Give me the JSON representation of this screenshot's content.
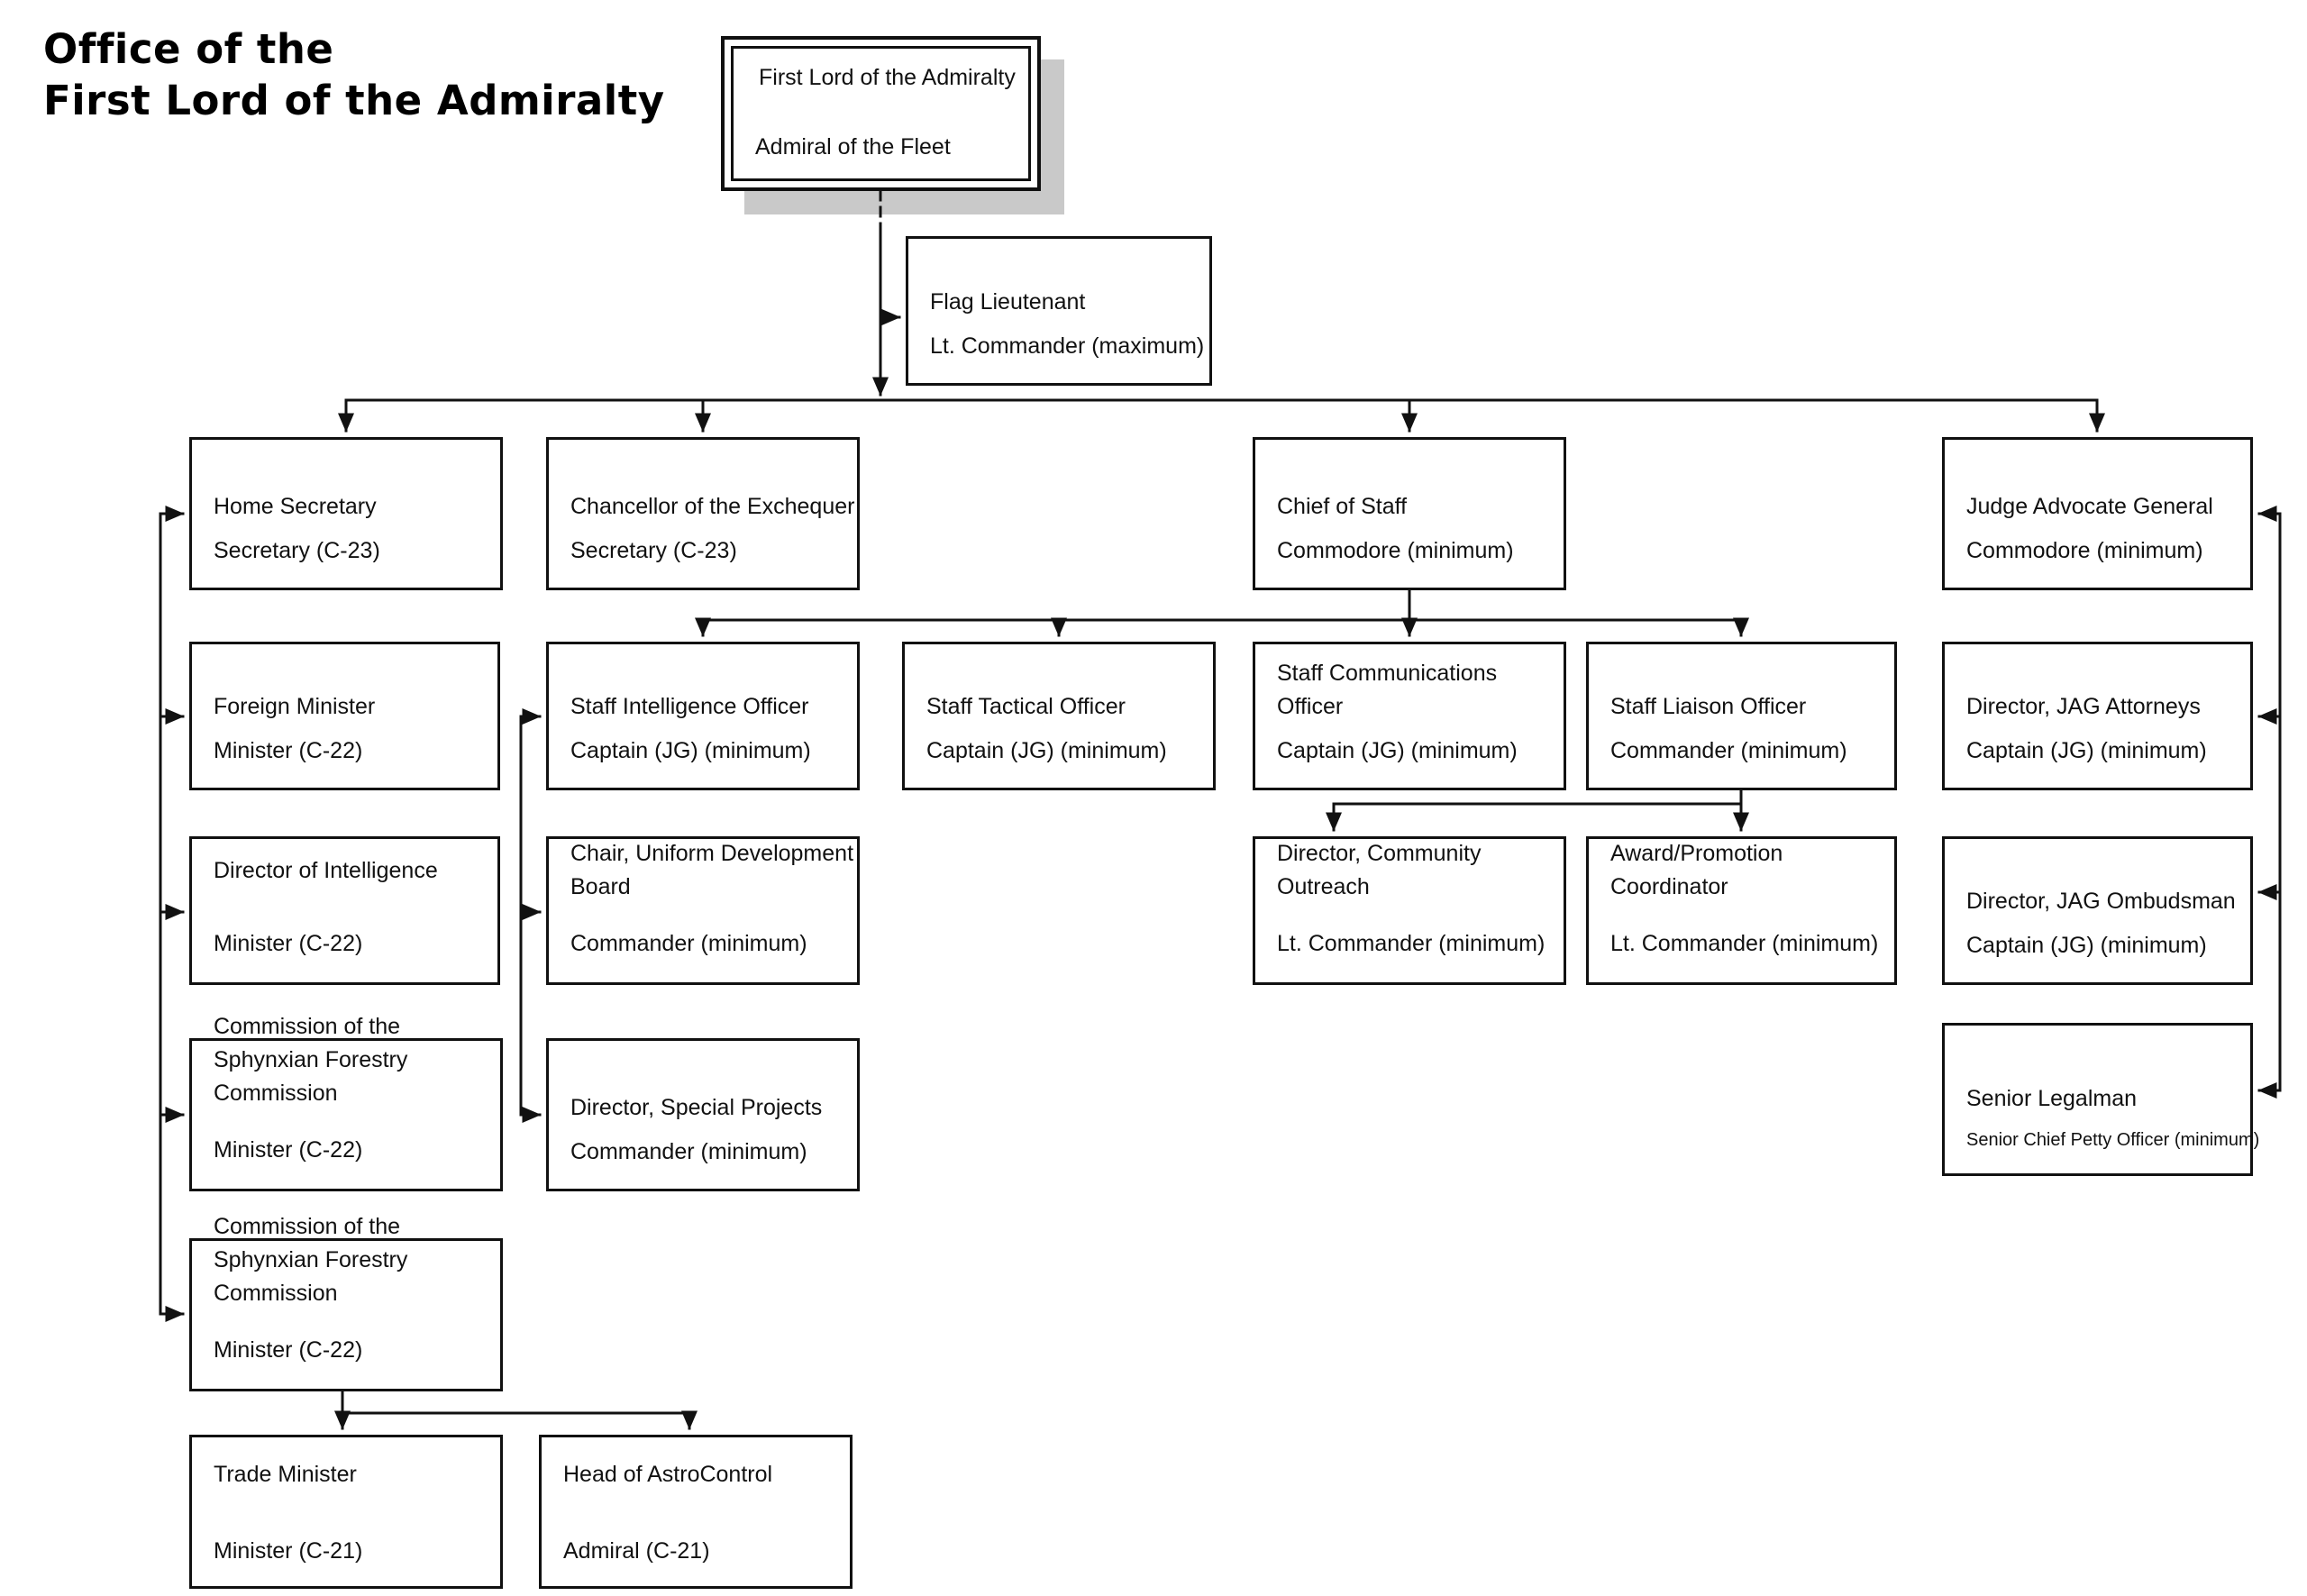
{
  "page_title": {
    "line1": "Office of the",
    "line2": "First Lord of the Admiralty"
  },
  "boxes": [
    {
      "id": "first-lord-of-the-admiralty",
      "title": "First Lord of the Admiralty",
      "subtitle": "Admiral of the Fleet"
    },
    {
      "id": "flag-lieutenant",
      "title": "Flag Lieutenant",
      "subtitle": "Lt. Commander (maximum)"
    },
    {
      "id": "home-secretary",
      "title": "Home Secretary",
      "subtitle": "Secretary (C-23)"
    },
    {
      "id": "chancellor-of-the-exchequer",
      "title": "Chancellor of the Exchequer",
      "subtitle": "Secretary (C-23)"
    },
    {
      "id": "chief-of-staff",
      "title": "Chief of Staff",
      "subtitle": "Commodore (minimum)"
    },
    {
      "id": "judge-advocate-general",
      "title": "Judge Advocate General",
      "subtitle": "Commodore (minimum)"
    },
    {
      "id": "foreign-minister",
      "title": "Foreign Minister",
      "subtitle": "Minister (C-22)"
    },
    {
      "id": "staff-intelligence-officer",
      "title": "Staff Intelligence Officer",
      "subtitle": "Captain (JG) (minimum)"
    },
    {
      "id": "staff-tactical-officer",
      "title": "Staff Tactical Officer",
      "subtitle": "Captain (JG) (minimum)"
    },
    {
      "id": "staff-communications-officer",
      "title": "Staff Communications Officer",
      "subtitle": "Captain (JG) (minimum)"
    },
    {
      "id": "staff-liaison-officer",
      "title": "Staff Liaison Officer",
      "subtitle": "Commander (minimum)"
    },
    {
      "id": "director-jag-attorneys",
      "title": "Director, JAG Attorneys",
      "subtitle": "Captain (JG) (minimum)"
    },
    {
      "id": "director-of-intelligence",
      "title": "Director of Intelligence",
      "subtitle": "Minister (C-22)"
    },
    {
      "id": "chair-uniform-development-board",
      "title": "Chair, Uniform Development Board",
      "subtitle": "Commander (minimum)"
    },
    {
      "id": "director-community-outreach",
      "title": "Director, Community Outreach",
      "subtitle": "Lt. Commander (minimum)"
    },
    {
      "id": "award-promotion-coordinator",
      "title": "Award/Promotion Coordinator",
      "subtitle": "Lt. Commander (minimum)"
    },
    {
      "id": "director-jag-ombudsman",
      "title": "Director, JAG Ombudsman",
      "subtitle": "Captain (JG) (minimum)"
    },
    {
      "id": "commission-sphynxian-forestry-1",
      "title": "Commission of the Sphynxian Forestry Commission",
      "subtitle": "Minister (C-22)"
    },
    {
      "id": "director-special-projects",
      "title": "Director, Special Projects",
      "subtitle": "Commander (minimum)"
    },
    {
      "id": "senior-legalman",
      "title": "Senior Legalman",
      "subtitle": "Senior Chief Petty Officer (minimum)"
    },
    {
      "id": "commission-sphynxian-forestry-2",
      "title": "Commission of the Sphynxian Forestry Commission",
      "subtitle": "Minister (C-22)"
    },
    {
      "id": "trade-minister",
      "title": "Trade Minister",
      "subtitle": "Minister (C-21)"
    },
    {
      "id": "head-of-astrocontrol",
      "title": "Head of AstroControl",
      "subtitle": "Admiral (C-21)"
    }
  ],
  "colors": {
    "line": "#111111",
    "box_fill": "#ffffff",
    "shadow": "#c9c9c9",
    "text": "#111111"
  }
}
